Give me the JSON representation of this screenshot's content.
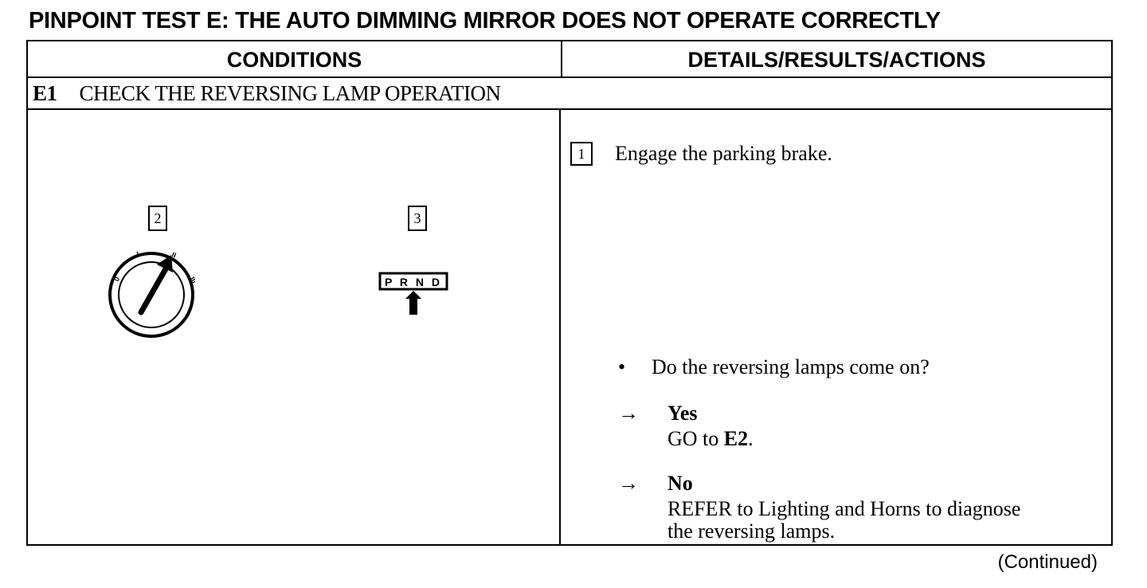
{
  "title": "PINPOINT TEST E: THE AUTO DIMMING MIRROR DOES NOT OPERATE CORRECTLY",
  "table": {
    "header_conditions": "CONDITIONS",
    "header_details": "DETAILS/RESULTS/ACTIONS",
    "step_id": "E1",
    "step_title": "CHECK THE REVERSING LAMP OPERATION"
  },
  "conditions": {
    "figure_2_label": "2",
    "figure_3_label": "3",
    "ignition_positions": [
      "0",
      "I",
      "II",
      "III"
    ],
    "gear_selector": "P R N D"
  },
  "details": {
    "action_1_number": "1",
    "action_1_text": "Engage the parking brake.",
    "question": "Do the reversing lamps come on?",
    "yes_label": "Yes",
    "yes_action_prefix": "GO to ",
    "yes_action_target": "E2",
    "yes_action_suffix": ".",
    "no_label": "No",
    "no_action_line1": "REFER to  Lighting and Horns to diagnose",
    "no_action_line2": "the reversing lamps."
  },
  "footer": {
    "continued": "(Continued)"
  }
}
